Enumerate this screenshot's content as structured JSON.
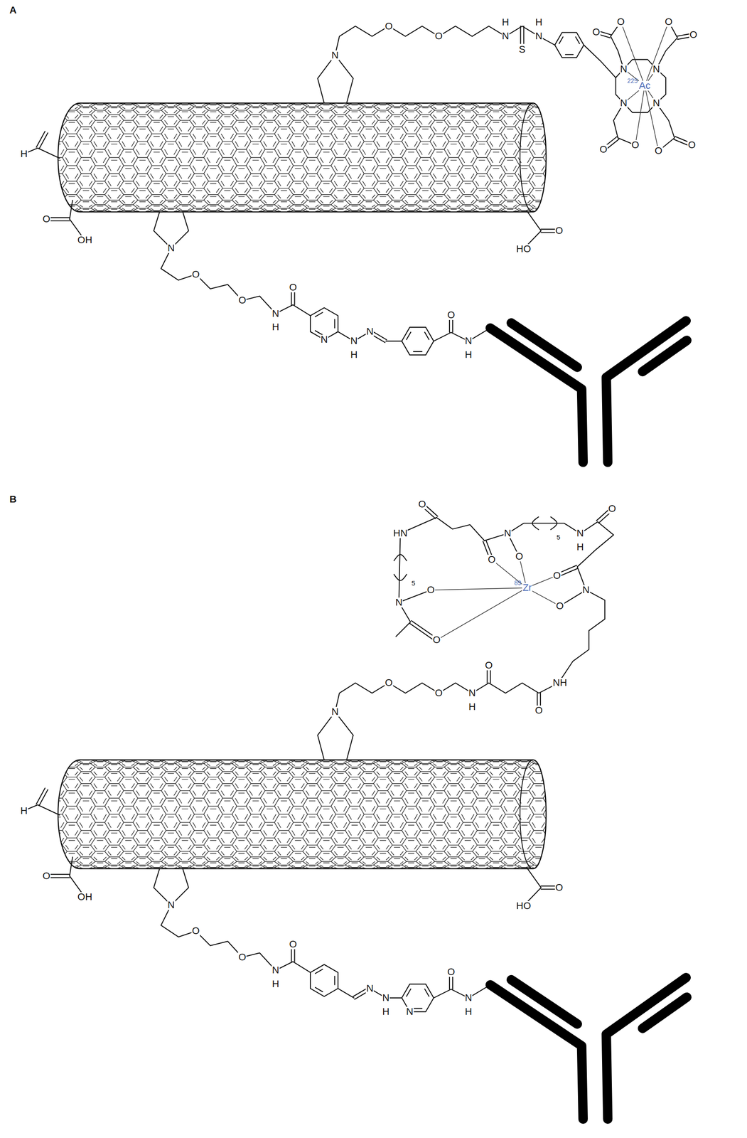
{
  "diagram": {
    "labels": [
      "A",
      "H",
      "N",
      "O",
      "O",
      "H",
      "N",
      "S",
      "H",
      "N",
      "O",
      "O",
      "O",
      "O",
      "N",
      "N",
      "225",
      "Ac",
      "N",
      "N",
      "O",
      "O",
      "O",
      "O",
      "O",
      "OH",
      "O",
      "HO",
      "N",
      "O",
      "O",
      "O",
      "N",
      "H",
      "N",
      "N",
      "H",
      "N",
      "O",
      "N",
      "H",
      "B",
      "O",
      "HN",
      "N",
      "5",
      "N",
      "O",
      "H",
      "O",
      "O",
      "5",
      "89",
      "Zr",
      "O",
      "N",
      "N",
      "O",
      "O",
      "O",
      "N",
      "O",
      "O",
      "O",
      "N",
      "H",
      "O",
      "NH",
      "H",
      "O",
      "OH",
      "O",
      "HO",
      "N",
      "O",
      "O",
      "O",
      "N",
      "H",
      "N",
      "N",
      "H",
      "N",
      "O",
      "N",
      "H"
    ]
  }
}
